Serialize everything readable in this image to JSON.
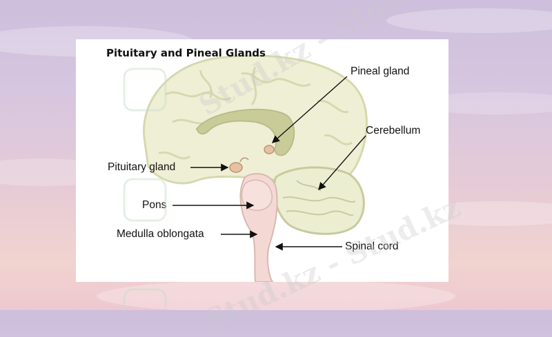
{
  "slide": {
    "title": "Pituitary and Pineal Glands",
    "labels": {
      "pineal": "Pineal gland",
      "cerebellum": "Cerebellum",
      "pituitary": "Pituitary gland",
      "pons": "Pons",
      "medulla": "Medulla oblongata",
      "spinal": "Spinal cord"
    },
    "watermark": "Stud.kz - Stud.kz"
  },
  "colors": {
    "brain": "#efefd6",
    "brain_fold": "#d6d8ae",
    "corpus": "#c9cc98",
    "brainstem": "#f3d8d3",
    "gland": "#e6c2a2",
    "arrow": "#111111"
  }
}
